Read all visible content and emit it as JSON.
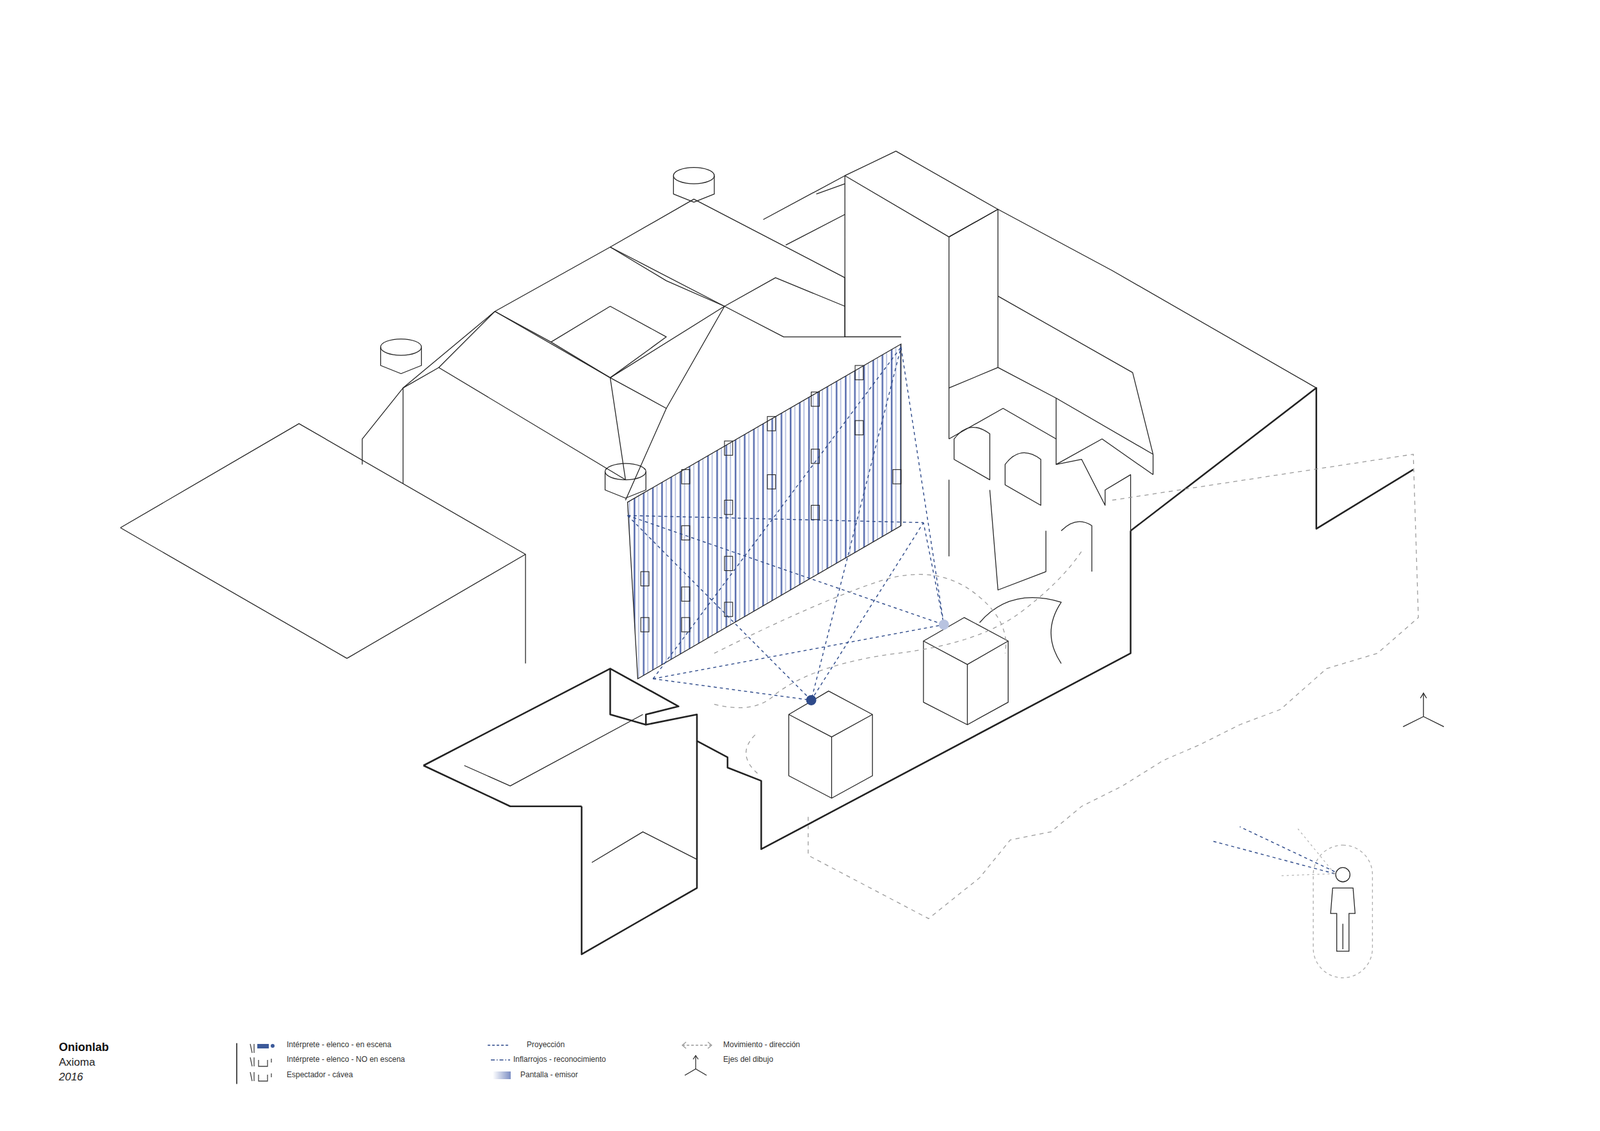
{
  "diagram": {
    "title": "Onionlab",
    "labels": [
      "Axioma",
      "2016"
    ],
    "legend": [
      {
        "text": "Intérprete - elenco - en escena"
      },
      {
        "text": "Intérprete - elenco - NO en escena"
      },
      {
        "text": "Espectador - cávea"
      },
      {
        "text": "Proyección"
      },
      {
        "text": "Inflarrojos - reconocimiento"
      },
      {
        "text": "Pantalla - emisor",
        "color": "#7d8fc4"
      },
      {
        "text": "Movimiento - dirección"
      },
      {
        "text": "Ejes del dibujo"
      }
    ]
  }
}
